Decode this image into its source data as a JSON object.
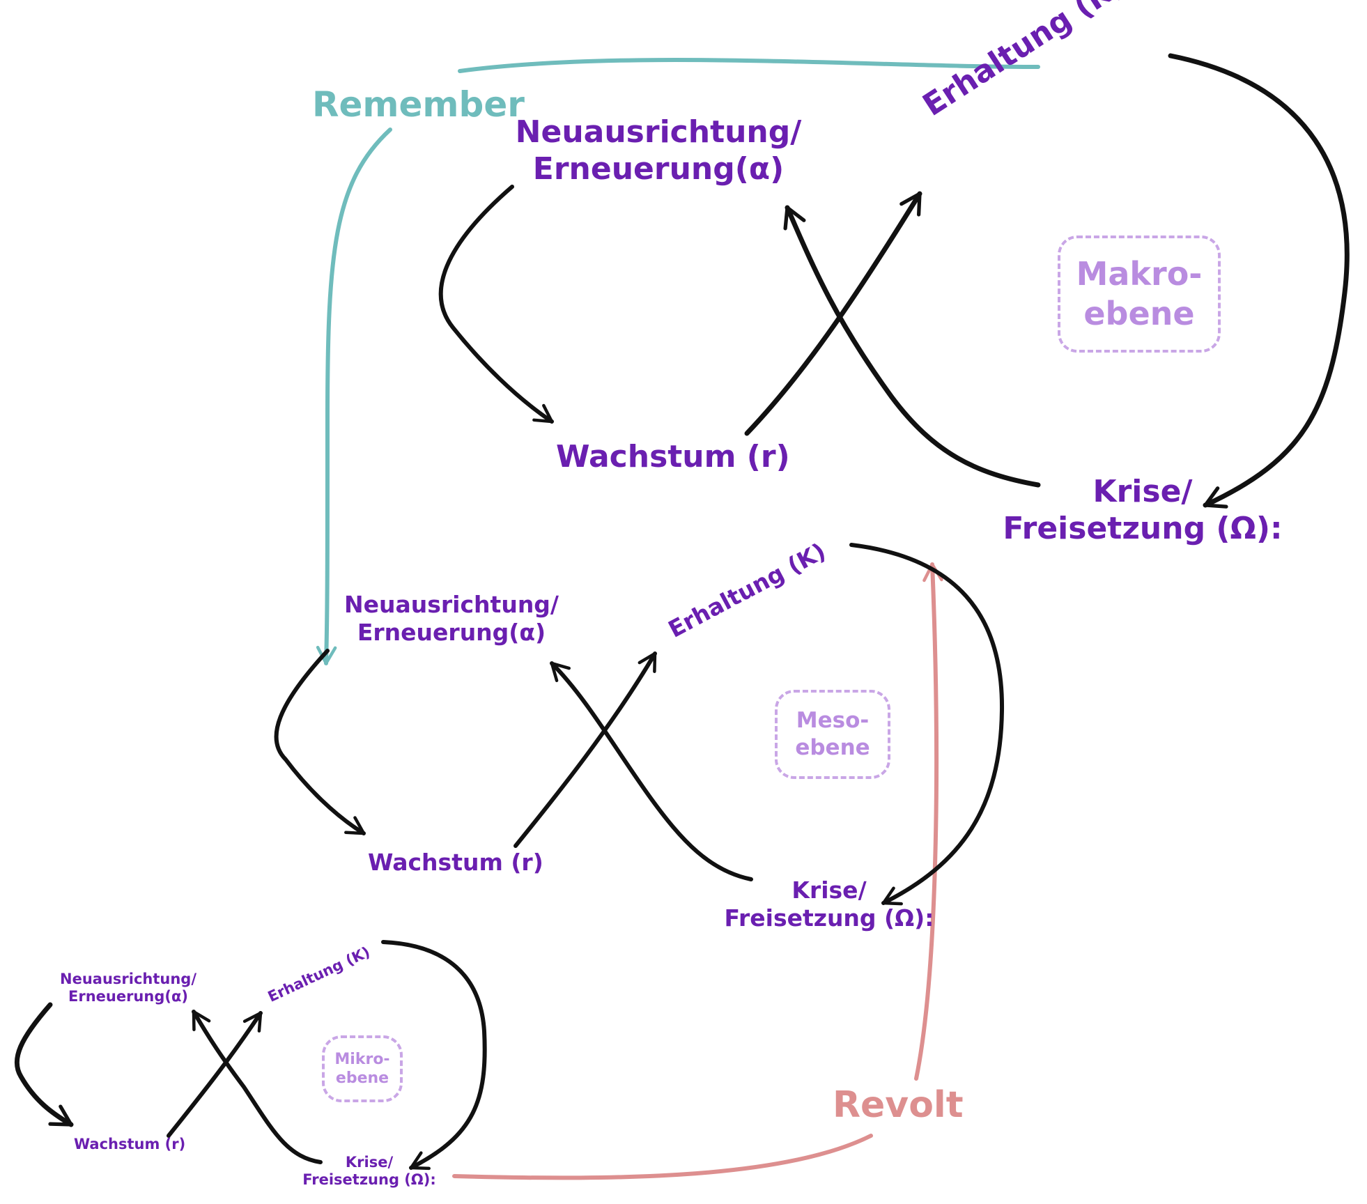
{
  "levels": {
    "macro": {
      "renewal_line1": "Neuausrichtung/",
      "renewal_line2": "Erneuerung(α)",
      "conservation": "Erhaltung (K)",
      "growth": "Wachstum (r)",
      "release_line1": "Krise/",
      "release_line2": "Freisetzung (Ω):",
      "box_line1": "Makro-",
      "box_line2": "ebene"
    },
    "meso": {
      "renewal_line1": "Neuausrichtung/",
      "renewal_line2": "Erneuerung(α)",
      "conservation": "Erhaltung (K)",
      "growth": "Wachstum (r)",
      "release_line1": "Krise/",
      "release_line2": "Freisetzung (Ω):",
      "box_line1": "Meso-",
      "box_line2": "ebene"
    },
    "micro": {
      "renewal_line1": "Neuausrichtung/",
      "renewal_line2": "Erneuerung(α)",
      "conservation": "Erhaltung (K)",
      "growth": "Wachstum (r)",
      "release_line1": "Krise/",
      "release_line2": "Freisetzung (Ω):",
      "box_line1": "Mikro-",
      "box_line2": "ebene"
    }
  },
  "connections": {
    "remember": "Remember",
    "revolt": "Revolt"
  },
  "colors": {
    "label_text": "#6a1fb0",
    "level_box": "#c9a6e6",
    "cycle_arrows": "#111111",
    "remember_arrow": "#6fbcbc",
    "revolt_arrow": "#dd8f8f"
  }
}
